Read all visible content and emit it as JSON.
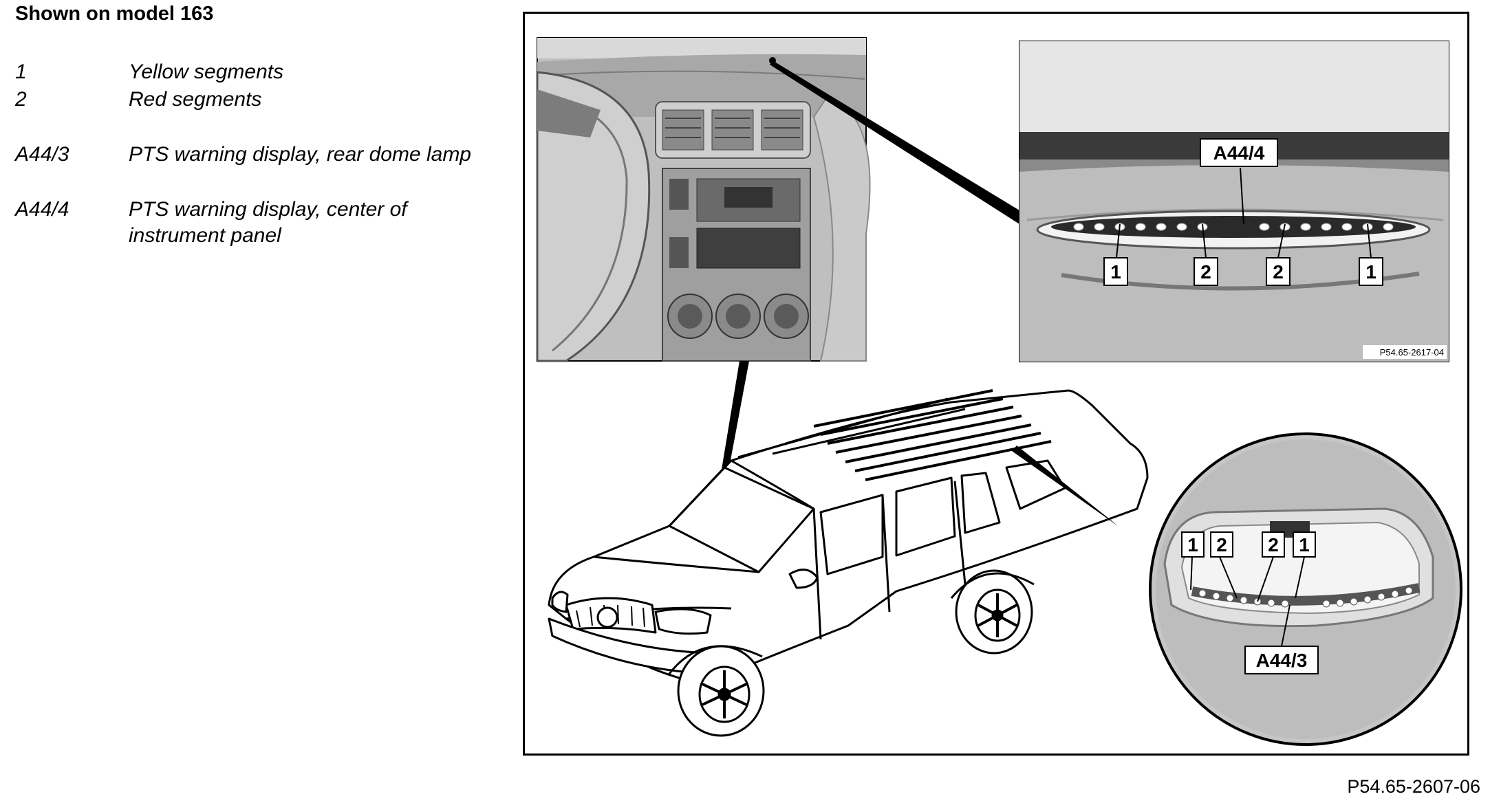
{
  "title": "Shown on model 163",
  "legend": [
    {
      "key": "1",
      "text": "Yellow segments"
    },
    {
      "key": "2",
      "text": "Red segments"
    },
    {
      "key": "A44/3",
      "text": "PTS warning display, rear dome lamp"
    },
    {
      "key": "A44/4",
      "text": "PTS warning display, center of instrument panel"
    }
  ],
  "figure": {
    "callouts": {
      "a44_4": "A44/4",
      "a44_3": "A44/3",
      "c1": "1",
      "c2": "2"
    },
    "inset_code": "P54.65-2617-04"
  },
  "footer_code": "P54.65-2607-06"
}
